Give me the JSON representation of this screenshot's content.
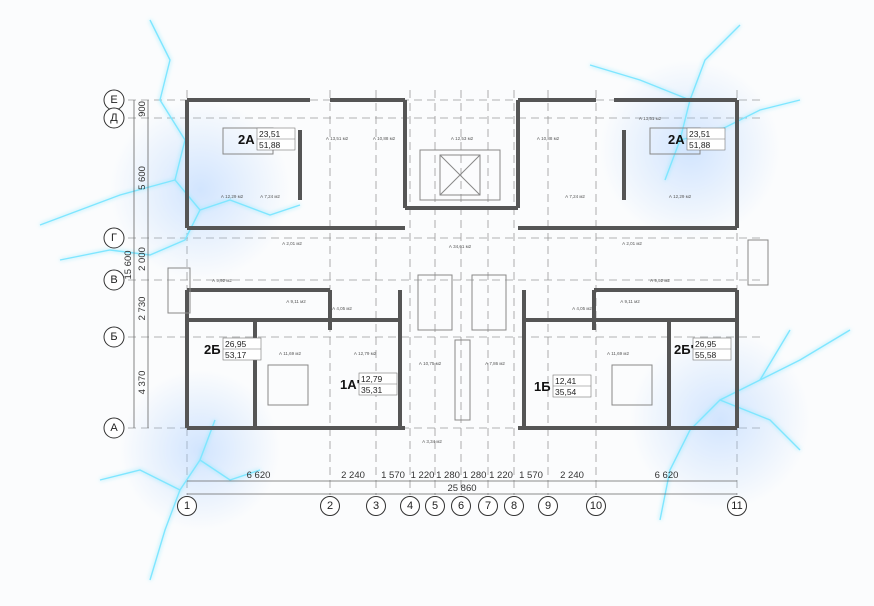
{
  "axes_rows": [
    {
      "label": "Е"
    },
    {
      "label": "Д"
    },
    {
      "label": "Г"
    },
    {
      "label": "В"
    },
    {
      "label": "Б"
    },
    {
      "label": "А"
    }
  ],
  "axes_cols": [
    {
      "label": "1"
    },
    {
      "label": "2"
    },
    {
      "label": "3"
    },
    {
      "label": "4"
    },
    {
      "label": "5"
    },
    {
      "label": "6"
    },
    {
      "label": "7"
    },
    {
      "label": "8"
    },
    {
      "label": "9"
    },
    {
      "label": "10"
    },
    {
      "label": "11"
    }
  ],
  "row_dimensions": [
    "900",
    "5 600",
    "2 000",
    "2 730",
    "4 370"
  ],
  "row_total": "15 600",
  "col_dimensions": [
    "6 620",
    "2 240",
    "1 570",
    "1 220",
    "1 280",
    "1 280",
    "1 220",
    "1 570",
    "2 240",
    "6 620"
  ],
  "col_total": "25 860",
  "apartments": [
    {
      "code": "2А",
      "living": "23,51",
      "total": "51,88"
    },
    {
      "code": "2А",
      "living": "23,51",
      "total": "51,88"
    },
    {
      "code": "2Б",
      "living": "26,95",
      "total": "53,17"
    },
    {
      "code": "2Б'",
      "living": "26,95",
      "total": "55,58"
    },
    {
      "code": "1А'",
      "living": "12,79",
      "total": "35,31"
    },
    {
      "code": "1Б",
      "living": "12,41",
      "total": "35,54"
    }
  ],
  "rooms": [
    "А 13,51 м2",
    "А 10,88 м2",
    "А 12,53 м2",
    "А 10,88 м2",
    "А 13,51 м2",
    "А 12,29 м2",
    "А 7,24 м2",
    "А 7,24 м2",
    "А 12,29 м2",
    "А 34,61 м2",
    "А 2,01 м2",
    "А 2,01 м2",
    "А 9,92 м2",
    "А 9,92 м2",
    "А 9,11 м2",
    "А 9,11 м2",
    "А 4,05 м2",
    "А 4,05 м2",
    "А 11,69 м2",
    "А 12,79 м2",
    "А 10,75 м2",
    "А 7,86 м2",
    "А 11,69 м2",
    "А 3,34 м2"
  ],
  "colors": {
    "bolt": "#7fe6ff",
    "glow": "#3aa0ff"
  }
}
